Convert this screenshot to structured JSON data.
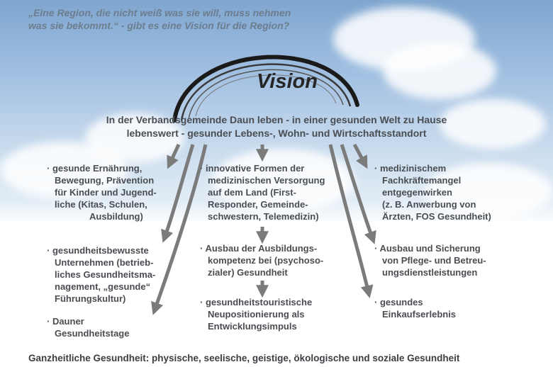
{
  "quote": {
    "line1": "„Eine Region, die nicht weiß was sie will, muss nehmen",
    "line2": "was sie bekommt.“ - gibt es eine Vision für die Region?"
  },
  "vision": {
    "title": "Vision",
    "line1": "In der Verbandsgemeinde Daun leben - in einer gesunden Welt zu Hause",
    "line2": "lebenswert - gesunder Lebens-, Wohn- und Wirtschaftsstandort"
  },
  "left": {
    "item1": [
      "· gesunde Ernährung,",
      "Bewegung, Prävention",
      "für Kinder und Jugend-",
      "liche (Kitas, Schulen,",
      "Ausbildung)"
    ],
    "item2": [
      "· gesundheitsbewusste",
      "Unternehmen (betrieb-",
      "liches Gesundheitsma-",
      "nagement, „gesunde“",
      "Führungskultur)"
    ],
    "item3": [
      "· Dauner",
      "Gesundheitstage"
    ]
  },
  "middle": {
    "item1": [
      "· innovative Formen der",
      "medizinischen Versorgung",
      "auf dem Land (First-",
      "Responder, Gemeinde-",
      "schwestern, Telemedizin)"
    ],
    "item2": [
      "· Ausbau der Ausbildungs-",
      "kompetenz bei (psychoso-",
      "zialer) Gesundheit"
    ],
    "item3": [
      "· gesundheitstouristische",
      "Neupositionierung als",
      "Entwicklungsimpuls"
    ]
  },
  "right": {
    "item1": [
      "· medizinischem",
      "Fachkräftemangel",
      "entgegenwirken",
      "(z. B. Anwerbung von",
      "Ärzten, FOS Gesundheit)"
    ],
    "item2": [
      "· Ausbau und Sicherung",
      "von Pflege- und Betreu-",
      "ungsdienstleistungen"
    ],
    "item3": [
      "· gesundes",
      "Einkaufserlebnis"
    ]
  },
  "footer": "Ganzheitliche Gesundheit: physische, seelische, geistige, ökologische und soziale Gesundheit",
  "colors": {
    "arrow": "#7b7b7b",
    "arc": "#1a1a1a",
    "text": "#4a4d52"
  }
}
